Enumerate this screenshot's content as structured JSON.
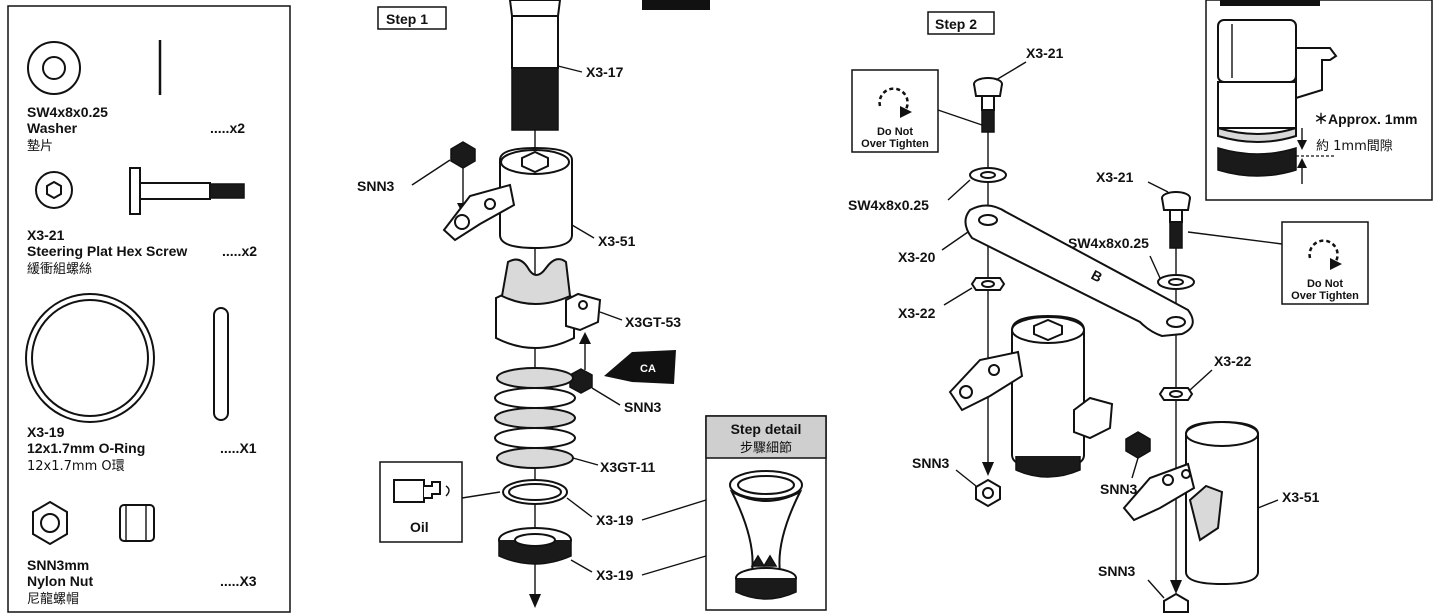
{
  "parts_list": [
    {
      "code": "SW4x8x0.25",
      "name": "Washer",
      "qty": ".....x2",
      "zh": "墊片"
    },
    {
      "code": "X3-21",
      "name": "Steering Plat Hex Screw",
      "qty": ".....x2",
      "zh": "緩衝組螺絲"
    },
    {
      "code": "X3-19",
      "name": "12x1.7mm O-Ring",
      "qty": ".....X1",
      "zh": "12x1.7mm O環"
    },
    {
      "code": "SNN3mm",
      "name": "Nylon Nut",
      "qty": ".....X3",
      "zh": "尼龍螺帽"
    }
  ],
  "step1": {
    "title": "Step 1",
    "labels": {
      "x3_17": "X3-17",
      "snn3_top": "SNN3",
      "x3_51": "X3-51",
      "x3gt_53": "X3GT-53",
      "ca": "CA",
      "snn3_mid": "SNN3",
      "x3gt_11": "X3GT-11",
      "oil": "Oil",
      "x3_19_a": "X3-19",
      "x3_19_b": "X3-19"
    },
    "detail": {
      "title": "Step detail",
      "zh": "步驟細節"
    }
  },
  "step2": {
    "title": "Step 2",
    "labels": {
      "x3_21_a": "X3-21",
      "do_not_a": "Do Not",
      "over_tighten_a": "Over Tighten",
      "sw_a": "SW4x8x0.25",
      "x3_20": "X3-20",
      "x3_22_a": "X3-22",
      "x3_21_b": "X3-21",
      "sw_b": "SW4x8x0.25",
      "do_not_b": "Do Not",
      "over_tighten_b": "Over Tighten",
      "x3_22_b": "X3-22",
      "snn3_a": "SNN3",
      "snn3_b": "SNN3",
      "x3_51": "X3-51",
      "snn3_c": "SNN3",
      "arm_letter": "B"
    }
  },
  "inset": {
    "approx": "＊Approx. 1mm",
    "zh": "約 1mm間隙"
  }
}
